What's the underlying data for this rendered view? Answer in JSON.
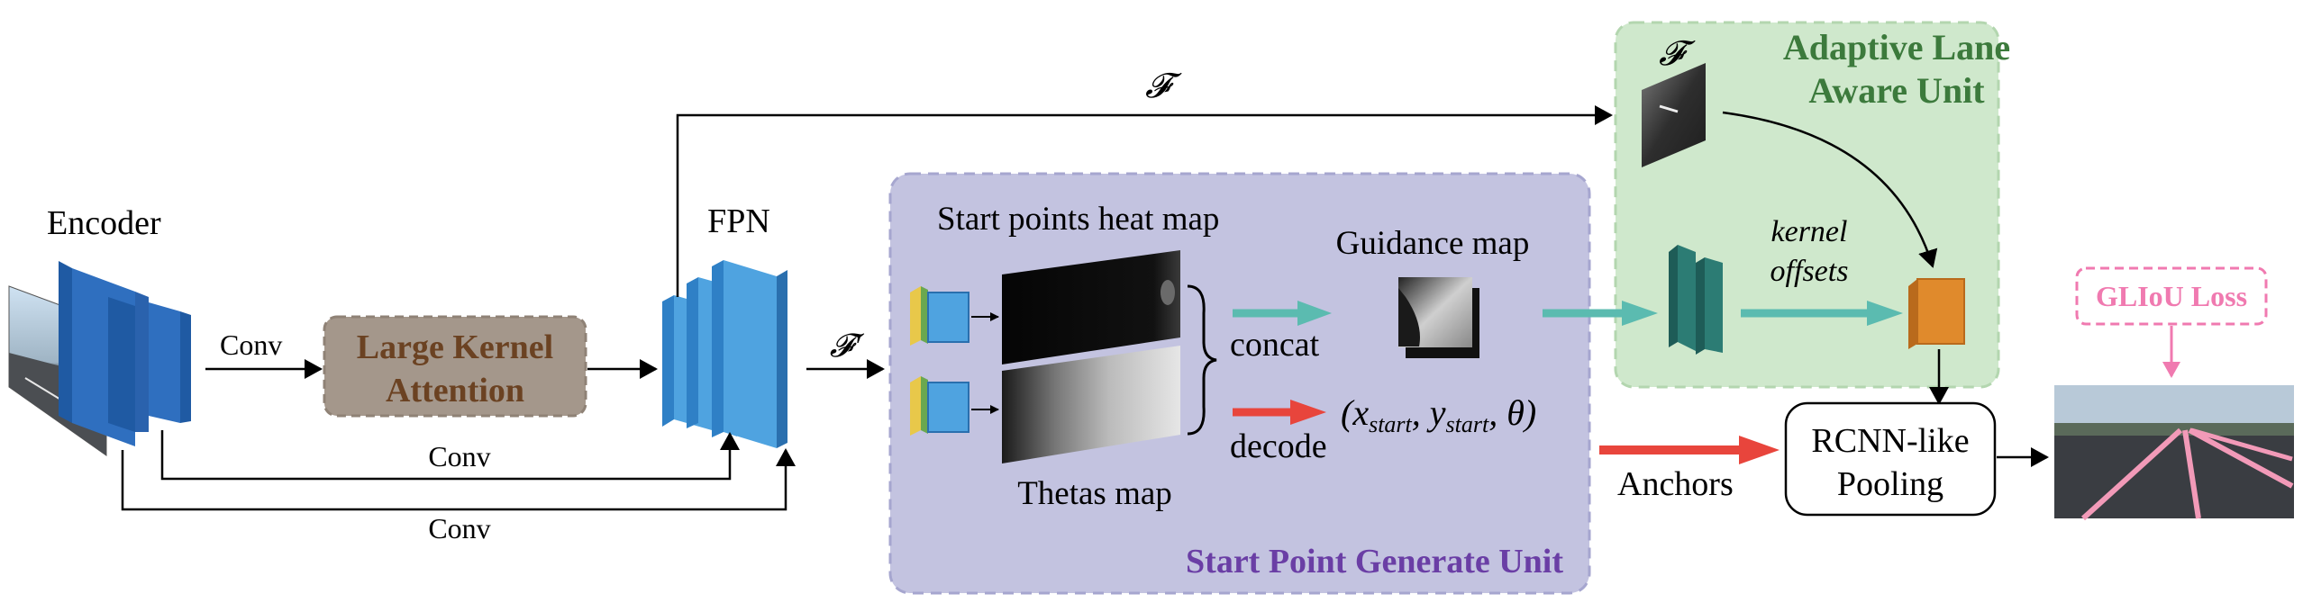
{
  "colors": {
    "encoder_block": "#2f6fbf",
    "fpn_block": "#4fa3e0",
    "lka_box": "#a4978b",
    "lka_text": "#6b4222",
    "spgu_box": "#c3c3e0",
    "spgu_title": "#6a3ea5",
    "alau_box": "#cfe8cc",
    "alau_title": "#3c7a3c",
    "teal_arrow": "#5bbbb0",
    "red_arrow": "#e8453c",
    "orange_block": "#e08a2c",
    "glio_pink": "#f07ab0"
  },
  "labels": {
    "encoder": "Encoder",
    "conv_top": "Conv",
    "conv_mid": "Conv",
    "conv_bottom": "Conv",
    "lka_line1": "Large Kernel",
    "lka_line2": "Attention",
    "fpn": "FPN",
    "f_top": "𝓕",
    "f_prime": "𝓕′",
    "heatmap_title": "Start points heat map",
    "thetas_title": "Thetas map",
    "guidance_title": "Guidance map",
    "concat": "concat",
    "decode": "decode",
    "decode_output": "(x",
    "decode_output_start1": "start",
    "decode_output_comma": ", y",
    "decode_output_start2": "start",
    "decode_output_end": ", θ)",
    "spgu_title": "Start Point Generate Unit",
    "alau_title_line1": "Adaptive Lane",
    "alau_title_line2": "Aware Unit",
    "f_inside": "𝓕",
    "kernel": "kernel",
    "offsets": "offsets",
    "anchors": "Anchors",
    "rcnn_line1": "RCNN-like",
    "rcnn_line2": "Pooling",
    "gliou": "GLIoU Loss"
  }
}
